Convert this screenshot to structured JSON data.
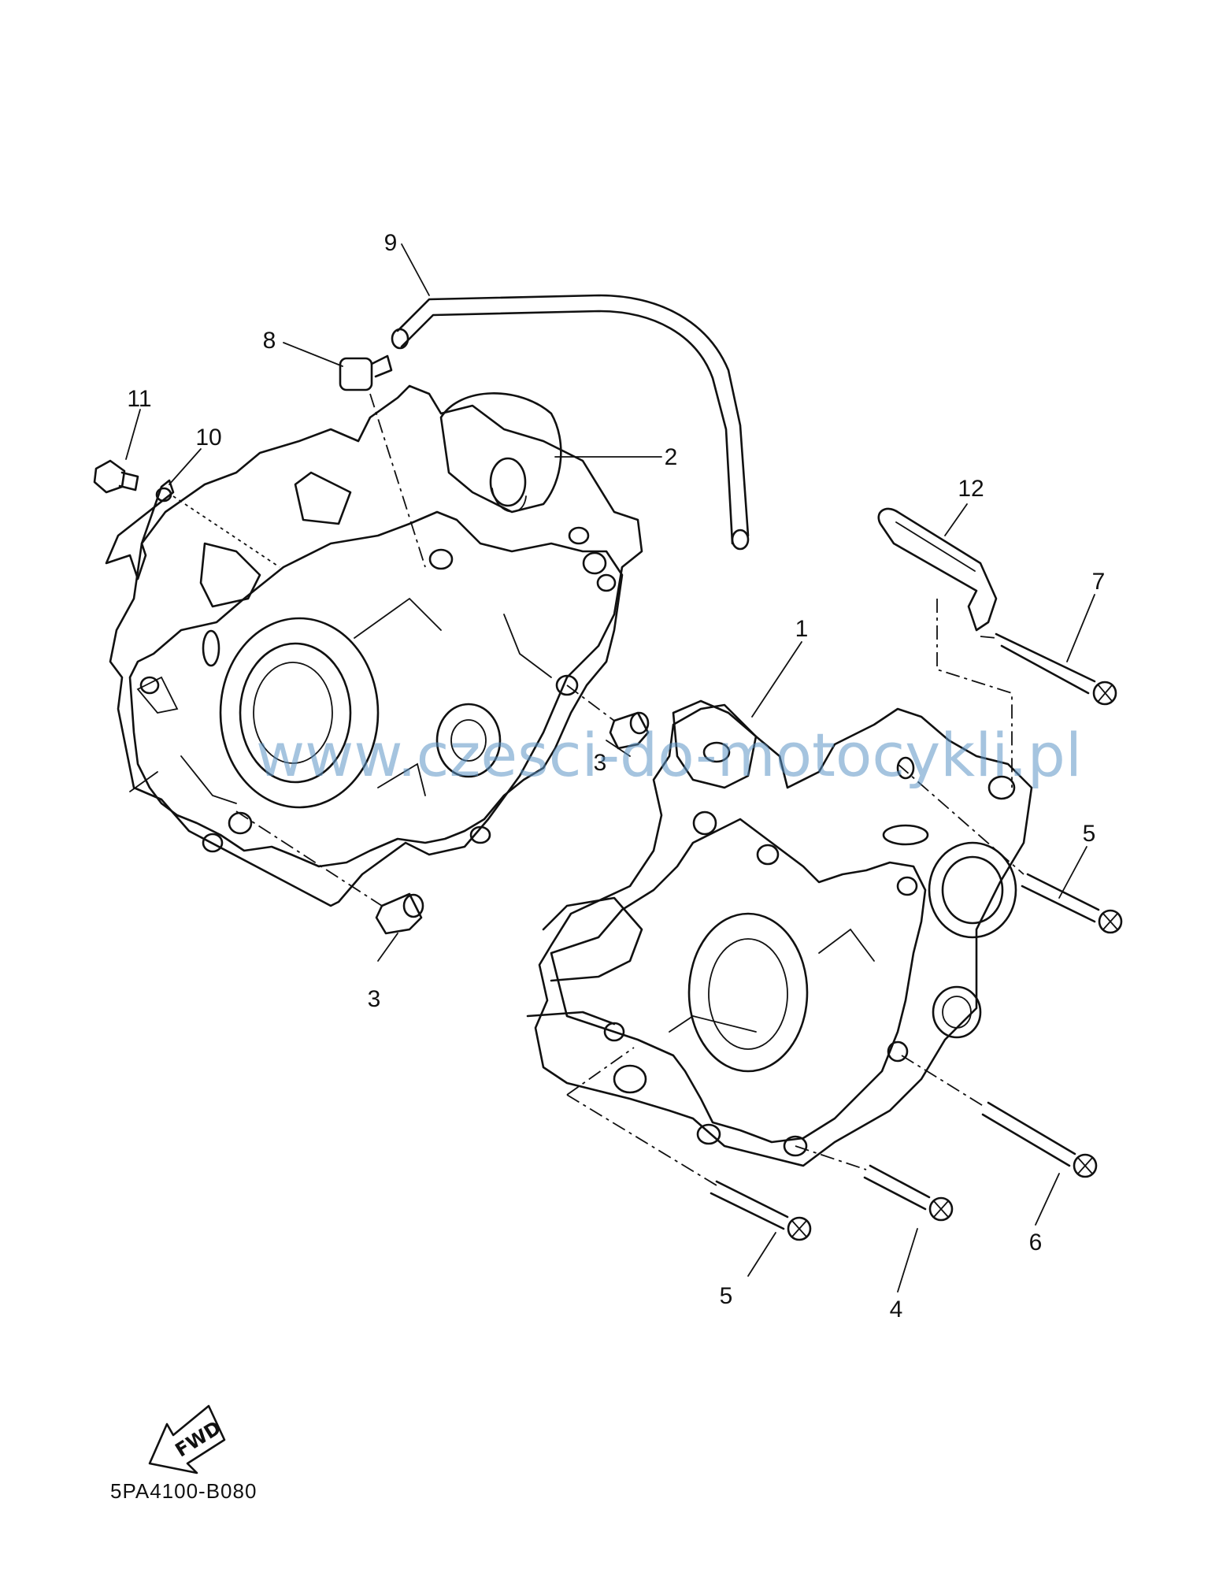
{
  "callouts": [
    {
      "label": "1"
    },
    {
      "label": "2"
    },
    {
      "label": "3"
    },
    {
      "label": "3"
    },
    {
      "label": "4"
    },
    {
      "label": "5"
    },
    {
      "label": "5"
    },
    {
      "label": "6"
    },
    {
      "label": "7"
    },
    {
      "label": "8"
    },
    {
      "label": "9"
    },
    {
      "label": "10"
    },
    {
      "label": "11"
    },
    {
      "label": "12"
    }
  ],
  "watermark": "www.czesci-do-motocykli.pl",
  "fwd_label": "FWD",
  "diagram_code": "5PA4100-B080"
}
